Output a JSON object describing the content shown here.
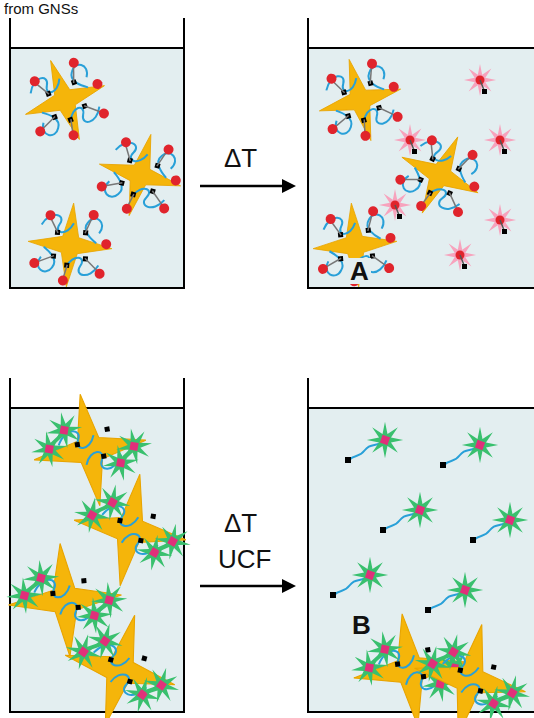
{
  "diagram": {
    "labels": [
      "from GNSs",
      "ΔT",
      "A",
      "ΔT",
      "UCF",
      "B"
    ]
  }
}
